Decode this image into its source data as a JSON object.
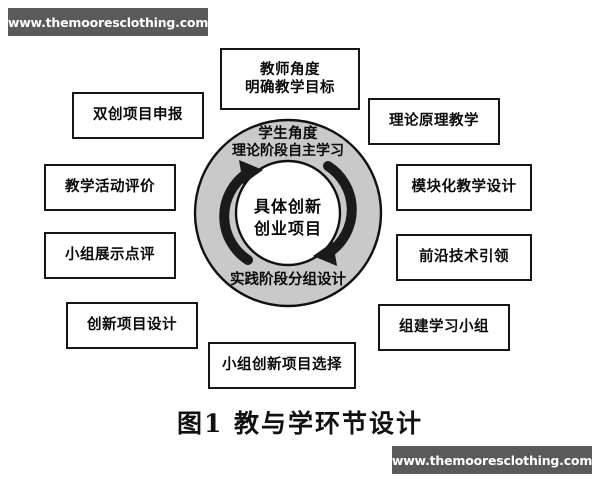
{
  "figure": {
    "caption": "图1 教与学环节设计",
    "background_color": "#ffffff",
    "ink_color": "#0a0a0a"
  },
  "watermarks": {
    "top_left": "www.themooresclothing.com",
    "bottom_right": "www.themooresclothing.com",
    "background_color": "#5a5a5a",
    "text_color": "#ffffff"
  },
  "cycle": {
    "ring_color": "#c9c9c9",
    "ring_outline_color": "#111111",
    "center_fill_color": "#ffffff",
    "arrow_color": "#1a1a1a",
    "ring_label_top_line1": "学生角度",
    "ring_label_top_line2": "理论阶段自主学习",
    "ring_label_bottom": "实践阶段分组设计",
    "center_line1": "具体创新",
    "center_line2": "创业项目",
    "arrows": [
      {
        "name": "left-arc-arrow",
        "direction": "upward-clockwise"
      },
      {
        "name": "right-arc-arrow",
        "direction": "downward-clockwise"
      }
    ]
  },
  "boxes": [
    {
      "id": "top-center",
      "lines": [
        "教师角度",
        "明确教学目标"
      ]
    },
    {
      "id": "left-1",
      "lines": [
        "双创项目申报"
      ]
    },
    {
      "id": "left-2",
      "lines": [
        "教学活动评价"
      ]
    },
    {
      "id": "left-3",
      "lines": [
        "小组展示点评"
      ]
    },
    {
      "id": "left-4",
      "lines": [
        "创新项目设计"
      ]
    },
    {
      "id": "bottom-center",
      "lines": [
        "小组创新项目选择"
      ]
    },
    {
      "id": "right-1",
      "lines": [
        "理论原理教学"
      ]
    },
    {
      "id": "right-2",
      "lines": [
        "模块化教学设计"
      ]
    },
    {
      "id": "right-3",
      "lines": [
        "前沿技术引领"
      ]
    },
    {
      "id": "right-4",
      "lines": [
        "组建学习小组"
      ]
    }
  ]
}
